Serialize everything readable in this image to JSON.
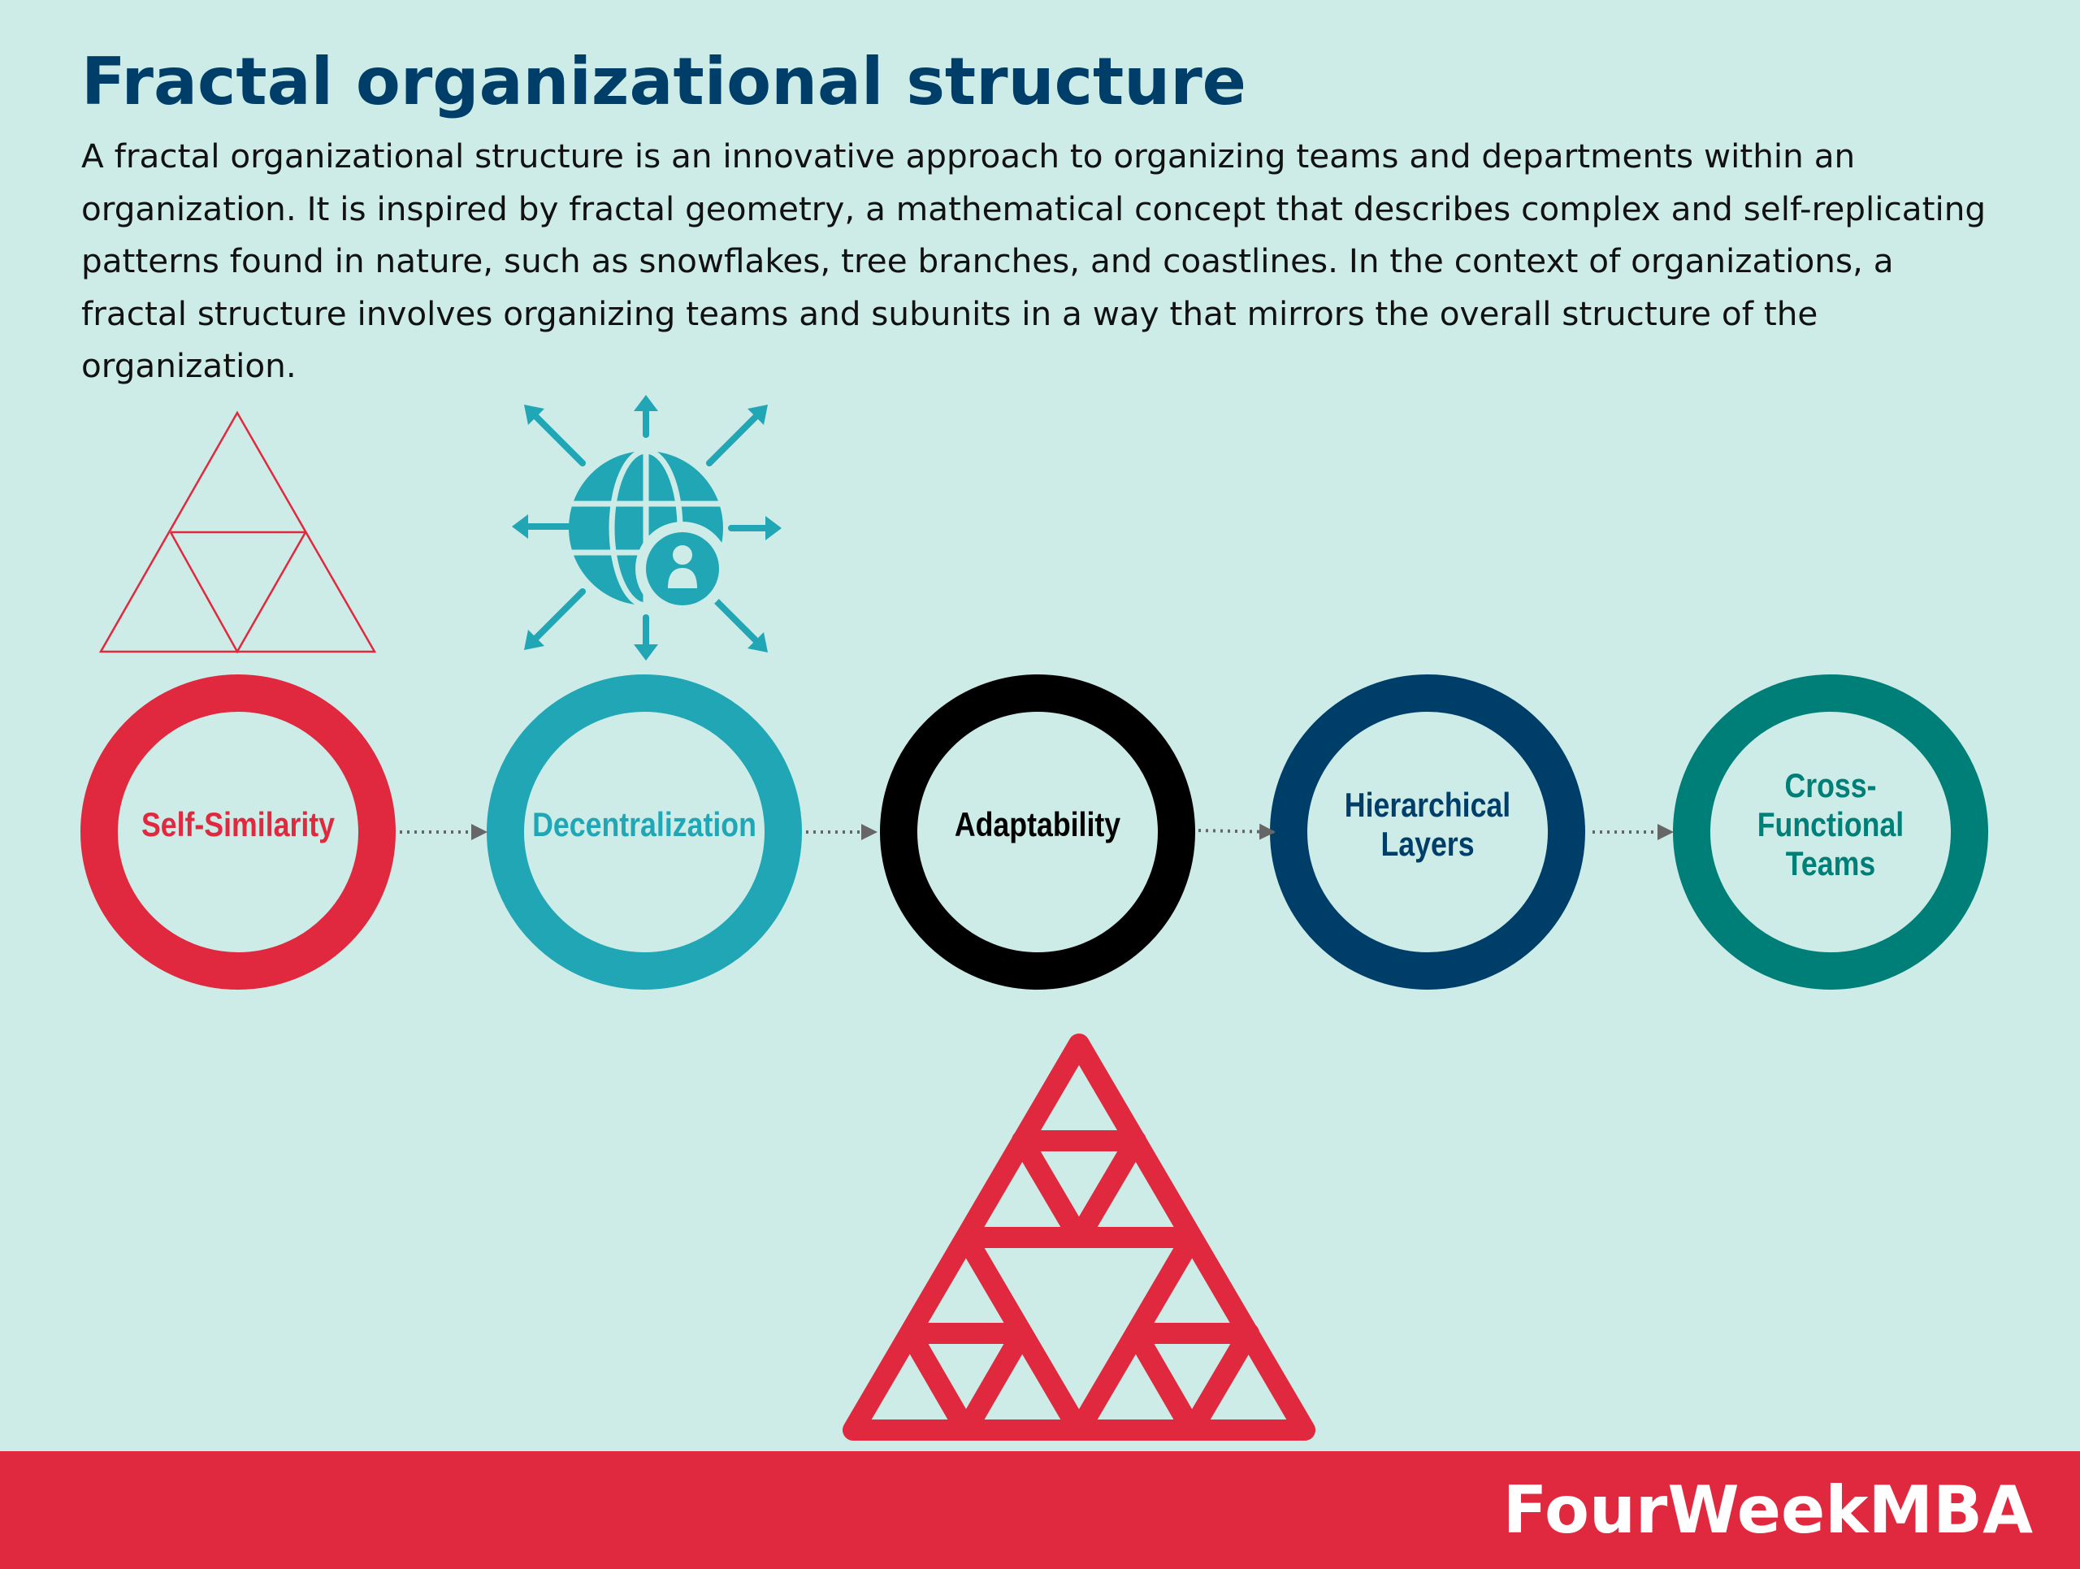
{
  "title": "Fractal organizational structure",
  "intro": "A fractal organizational structure is an innovative approach to organizing teams and departments within an organization. It is inspired by fractal geometry, a mathematical concept that describes complex and self-replicating patterns found in nature, such as snowflakes, tree branches, and coastlines. In the context of organizations, a fractal structure involves organizing teams and subunits in a way that mirrors the overall structure of the organization.",
  "nodes": [
    {
      "label": "Self-Similarity",
      "color": "#e0283e"
    },
    {
      "label": "Decentralization",
      "color": "#20a6b5"
    },
    {
      "label": "Adaptability",
      "color": "#000000"
    },
    {
      "label": "Hierarchical Layers",
      "color": "#003e6a"
    },
    {
      "label": "Cross-Functional Teams",
      "color": "#007e78"
    }
  ],
  "icons": [
    "triangle-outline-icon",
    "globe-network-icon",
    "sierpinski-triangle-icon"
  ],
  "colors": {
    "background": "#cdece7",
    "title": "#003e6a",
    "footer": "#e0283e",
    "arrow": "#666666"
  },
  "brand": "FourWeekMBA"
}
